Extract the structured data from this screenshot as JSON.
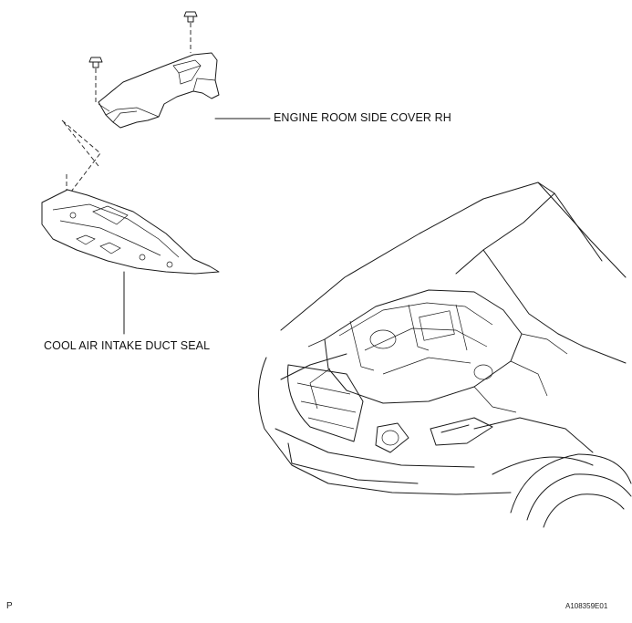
{
  "labels": {
    "side_cover": "ENGINE ROOM SIDE COVER RH",
    "intake_seal": "COOL AIR INTAKE DUCT SEAL"
  },
  "corner": {
    "left_mark": "P",
    "figure_code": "A108359E01"
  }
}
